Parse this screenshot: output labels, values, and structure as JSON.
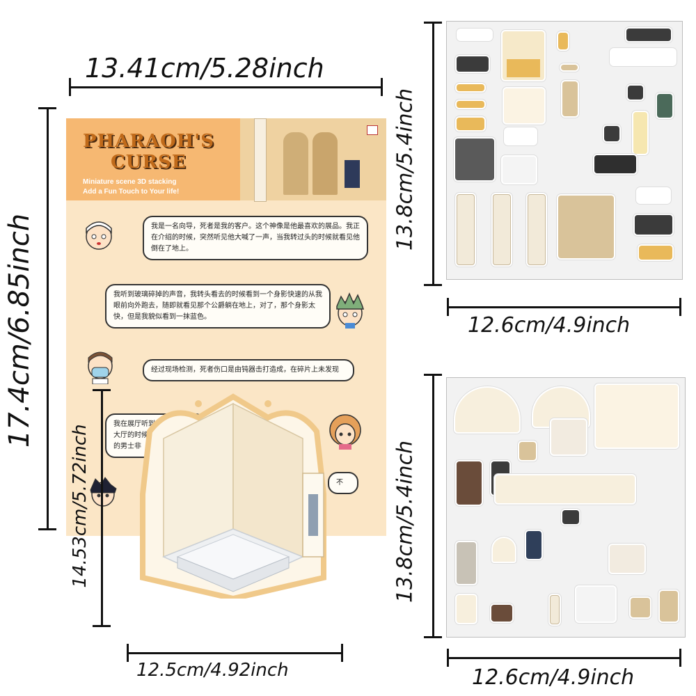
{
  "dimensions": {
    "booklet_width": "13.41cm/5.28inch",
    "booklet_height": "17.4cm/6.85inch",
    "room_height": "14.53cm/5.72inch",
    "room_width": "12.5cm/4.92inch",
    "sheet1_height": "13.8cm/5.4inch",
    "sheet1_width": "12.6cm/4.9inch",
    "sheet2_height": "13.8cm/5.4inch",
    "sheet2_width": "12.6cm/4.9inch"
  },
  "booklet": {
    "title_line1": "PHARAOH'S",
    "title_line2": "CURSE",
    "subtitle1": "Miniature scene    3D stacking",
    "subtitle2": "Add a Fun Touch to Your life!",
    "dialogues": [
      "我是一名向导，死者是我的客户。这个神像是他最喜欢的展品。我正在介绍的时候，突然听见他大喊了一声，当我转过头的时候就看见他倒在了地上。",
      "我听到玻璃碎掉的声音，我转头看去的时候看到一个身影快速的从我眼前向外跑去，随即就看见那个公爵躺在地上，对了，那个身影太快，但是我貌似看到一抹蓝色。",
      "经过现场检测，死者伤口是由钝器击打造成，在碎片上未发现",
      "我在展厅听到大",
      "大厅的时候",
      "的男士非",
      "不"
    ]
  },
  "colors": {
    "header": "#f6b872",
    "booklet_bg": "#fbe6c6",
    "title": "#c06a1a",
    "line": "#111111"
  }
}
